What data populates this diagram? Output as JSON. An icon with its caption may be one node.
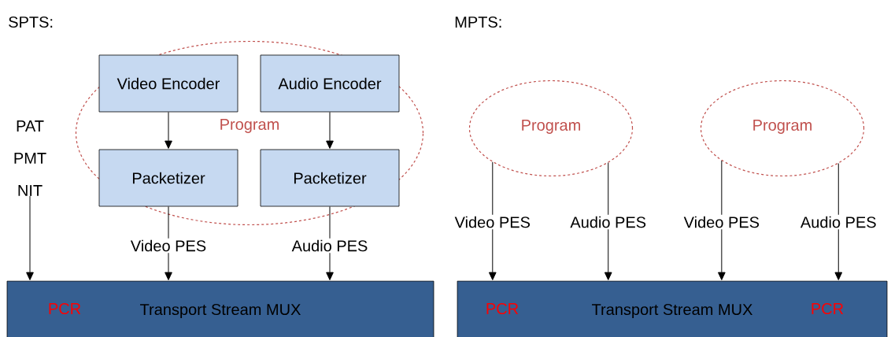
{
  "diagram": {
    "nodes": [
      {
        "text": [
          "Program"
        ]
      },
      {
        "text": [
          "Video Encoder"
        ],
        "in": 0
      },
      {
        "text": [
          "Audio Encoder"
        ],
        "in": 0
      },
      {
        "text": [
          "Packetizer"
        ],
        "in": 0
      },
      {
        "text": [
          "Packetizer"
        ],
        "in": 0
      },
      {
        "text": [
          "PAT PMT NIT"
        ]
      },
      {
        "text": [
          "PCR",
          "Transport Stream MUX"
        ]
      },
      {
        "text": [
          "Program"
        ]
      },
      {
        "text": [
          "Program"
        ]
      },
      {
        "text": [
          "PCR",
          "Transport Stream MUX",
          "PCR"
        ]
      }
    ],
    "edges": [
      {
        "from": 1,
        "to": 3,
        "arrow": "to"
      },
      {
        "from": 2,
        "to": 4,
        "arrow": "to"
      },
      {
        "from": 5,
        "to": 6,
        "arrow": "to"
      },
      {
        "from": 3,
        "to": 6,
        "arrow": "to",
        "label": "Video PES"
      },
      {
        "from": 4,
        "to": 6,
        "arrow": "to",
        "label": "Audio PES"
      },
      {
        "from": 7,
        "to": 9,
        "arrow": "to",
        "label": "Video PES"
      },
      {
        "from": 7,
        "to": 9,
        "arrow": "to",
        "label": "Audio PES"
      },
      {
        "from": 8,
        "to": 9,
        "arrow": "to",
        "label": "Video PES"
      },
      {
        "from": 8,
        "to": 9,
        "arrow": "to",
        "label": "Audio PES"
      }
    ],
    "labels": [
      "SPTS:",
      "MPTS:"
    ]
  }
}
